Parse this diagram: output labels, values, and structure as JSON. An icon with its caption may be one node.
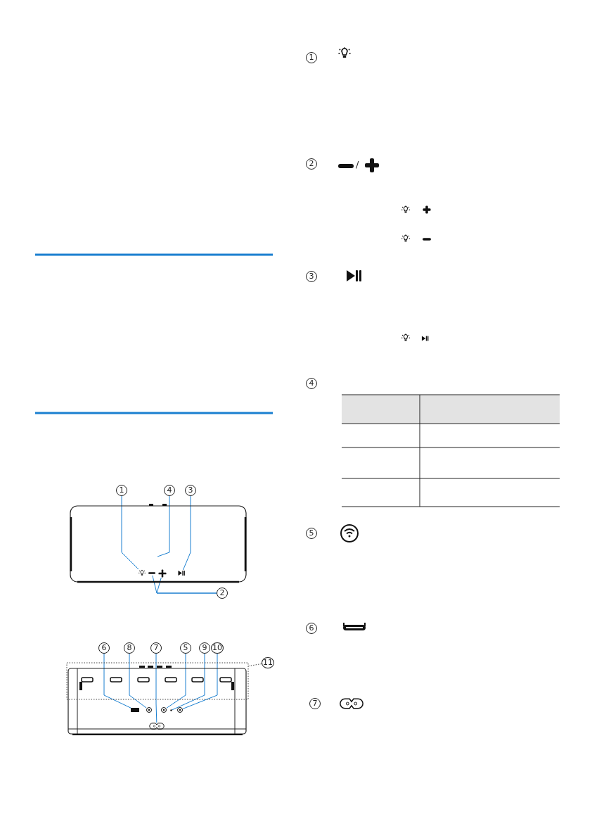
{
  "diagram": {
    "nodes": [
      {
        "text": [
          "1"
        ]
      },
      {
        "text": [
          "4"
        ]
      },
      {
        "text": [
          "3"
        ]
      },
      {
        "text": [
          "2"
        ]
      },
      {
        "text": [],
        "shape": "picture"
      },
      {
        "text": [],
        "shape": "bar"
      },
      {
        "text": [],
        "shape": "picture"
      },
      {
        "text": [],
        "shape": "picture"
      },
      {
        "text": [
          "6"
        ]
      },
      {
        "text": [
          "8"
        ]
      },
      {
        "text": [
          "7"
        ]
      },
      {
        "text": [
          "5"
        ]
      },
      {
        "text": [
          "9"
        ]
      },
      {
        "text": [
          "10"
        ]
      },
      {
        "text": [
          "11"
        ]
      },
      {
        "text": [],
        "shape": "box"
      },
      {
        "text": [],
        "shape": "box"
      },
      {
        "text": [],
        "shape": "circle"
      },
      {
        "text": [],
        "shape": "picture"
      },
      {
        "text": [],
        "shape": "circle"
      },
      {
        "text": [],
        "shape": "circle"
      },
      {
        "text": [],
        "shape": "circle"
      }
    ],
    "edges": [
      {
        "from": 0,
        "to": 4,
        "arrow": "none"
      },
      {
        "from": 1,
        "to": null,
        "arrow": "none"
      },
      {
        "from": 2,
        "to": 7,
        "arrow": "none"
      },
      {
        "from": 3,
        "to": 5,
        "arrow": "none"
      },
      {
        "from": 3,
        "to": 6,
        "arrow": "none"
      },
      {
        "from": 8,
        "to": 16,
        "arrow": "none"
      },
      {
        "from": 9,
        "to": 17,
        "arrow": "none"
      },
      {
        "from": 10,
        "to": 18,
        "arrow": "none"
      },
      {
        "from": 11,
        "to": 19,
        "arrow": "none"
      },
      {
        "from": 12,
        "to": 20,
        "arrow": "none"
      },
      {
        "from": 13,
        "to": 21,
        "arrow": "none"
      },
      {
        "from": 14,
        "to": 15,
        "arrow": "none",
        "style": "dashed",
        "color": "#444444"
      }
    ],
    "labels": [
      "1",
      "2",
      "/",
      "3",
      "4",
      "5",
      "6",
      "7"
    ]
  }
}
